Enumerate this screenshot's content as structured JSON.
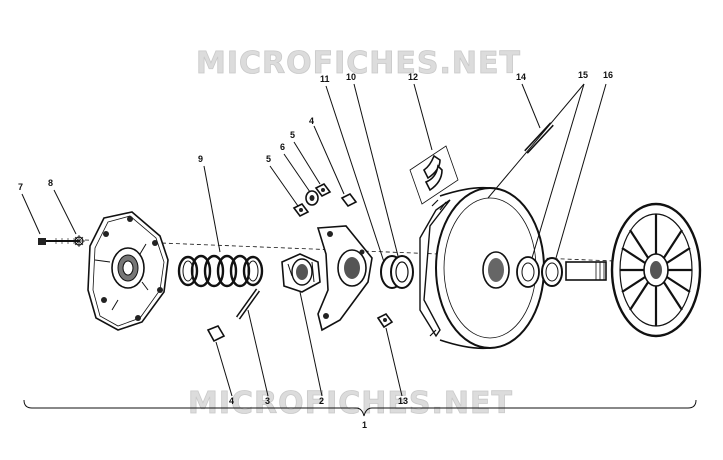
{
  "watermark": {
    "top": "MICROFICHES.NET",
    "bottom": "MICROFICHES.NET"
  },
  "callouts": [
    "1",
    "2",
    "3",
    "4",
    "5",
    "5",
    "6",
    "4",
    "7",
    "8",
    "9",
    "10",
    "11",
    "12",
    "13",
    "14",
    "15",
    "16"
  ]
}
